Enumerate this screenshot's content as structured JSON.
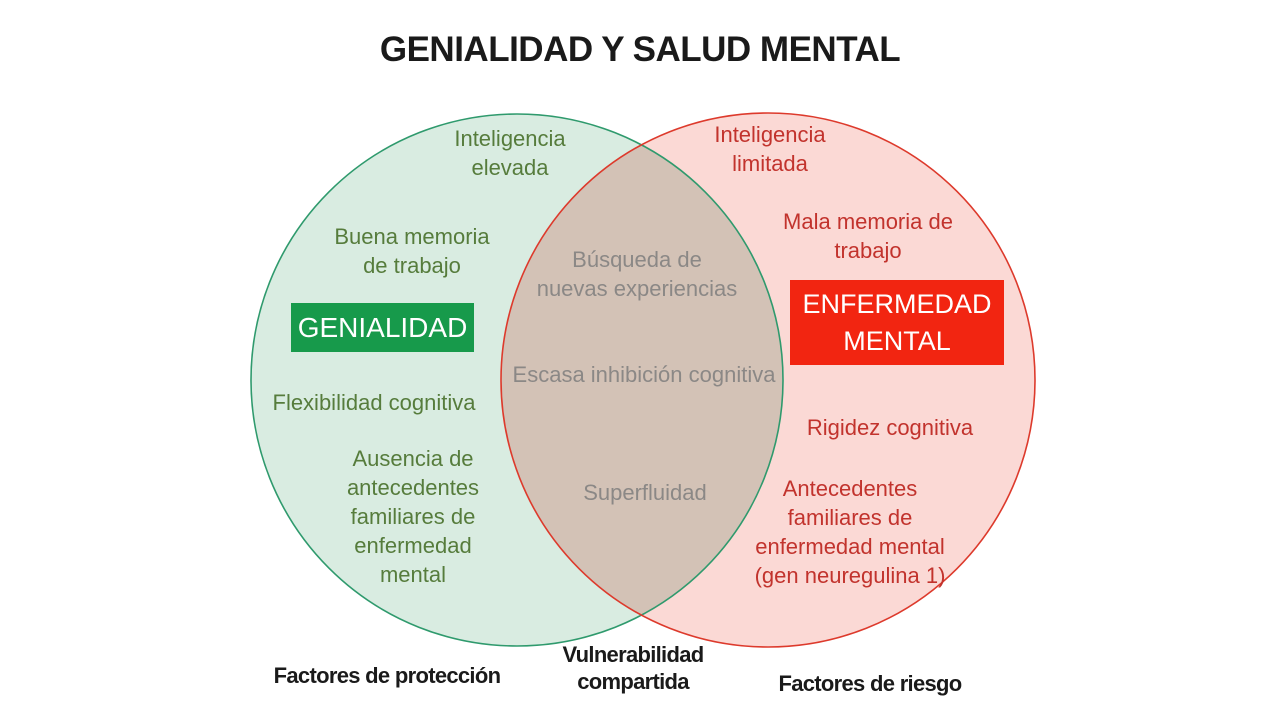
{
  "title": "GENIALIDAD Y SALUD MENTAL",
  "colors": {
    "left_fill": "#d9ece1",
    "right_fill": "#fbd9d5",
    "overlap_fill": "#d3c2b6",
    "left_stroke": "#2f9a6d",
    "right_stroke": "#dd3a2c",
    "left_text": "#567c3c",
    "right_text": "#c2332d",
    "overlap_text": "#8b8886",
    "genius_box": "#179a4b",
    "illness_box": "#f22511",
    "title_color": "#1a1a1a"
  },
  "venn": {
    "left": {
      "box_label": "GENIALIDAD",
      "items": [
        "Inteligencia\nelevada",
        "Buena memoria\nde trabajo",
        "Flexibilidad cognitiva",
        "Ausencia de\nantecedentes\nfamiliares de\nenfermedad\nmental"
      ],
      "caption": "Factores de protección"
    },
    "overlap": {
      "items": [
        "Búsqueda de\nnuevas experiencias",
        "Escasa inhibición cognitiva",
        "Superfluidad"
      ],
      "caption": "Vulnerabilidad\ncompartida"
    },
    "right": {
      "box_label": "ENFERMEDAD\nMENTAL",
      "items": [
        "Inteligencia\nlimitada",
        "Mala memoria de\ntrabajo",
        "Rigidez cognitiva",
        "Antecedentes\nfamiliares de\nenfermedad mental\n(gen neuregulina 1)"
      ],
      "caption": "Factores de riesgo"
    }
  }
}
